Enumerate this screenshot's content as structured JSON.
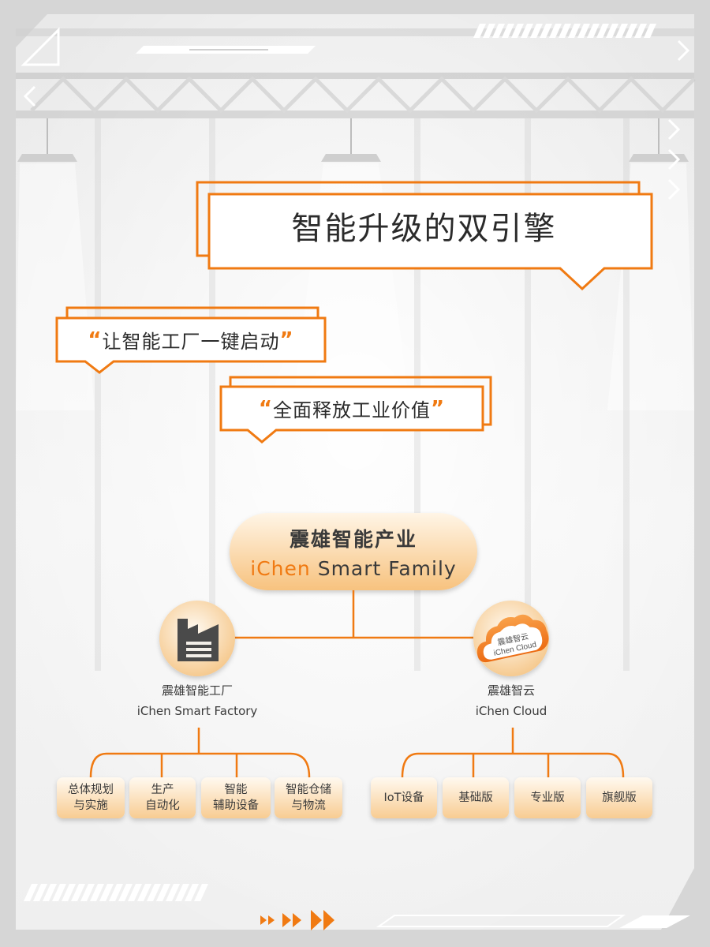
{
  "title": "智能升级的双引擎",
  "slogans": [
    {
      "open_quote": "“",
      "text": "让智能工厂一键启动",
      "close_quote": "”"
    },
    {
      "open_quote": "“",
      "text": "全面释放工业价值",
      "close_quote": "”"
    }
  ],
  "family": {
    "name_cn": "震雄智能产业",
    "name_en_accent": "iChen",
    "name_en_rest": " Smart Family"
  },
  "branches": [
    {
      "icon": "factory-icon",
      "name_cn": "震雄智能工厂",
      "name_en": "iChen Smart Factory",
      "children": [
        {
          "line1": "总体规划",
          "line2": "与实施"
        },
        {
          "line1": "生产",
          "line2": "自动化"
        },
        {
          "line1": "智能",
          "line2": "辅助设备"
        },
        {
          "line1": "智能仓储",
          "line2": "与物流"
        }
      ]
    },
    {
      "icon": "cloud-icon",
      "icon_text_cn": "震雄智云",
      "icon_text_en": "iChen Cloud",
      "name_cn": "震雄智云",
      "name_en": "iChen Cloud",
      "children": [
        {
          "line1": "IoT设备"
        },
        {
          "line1": "基础版"
        },
        {
          "line1": "专业版"
        },
        {
          "line1": "旗舰版"
        }
      ]
    }
  ],
  "colors": {
    "accent": "#f07a12",
    "text": "#3a3a3a"
  }
}
